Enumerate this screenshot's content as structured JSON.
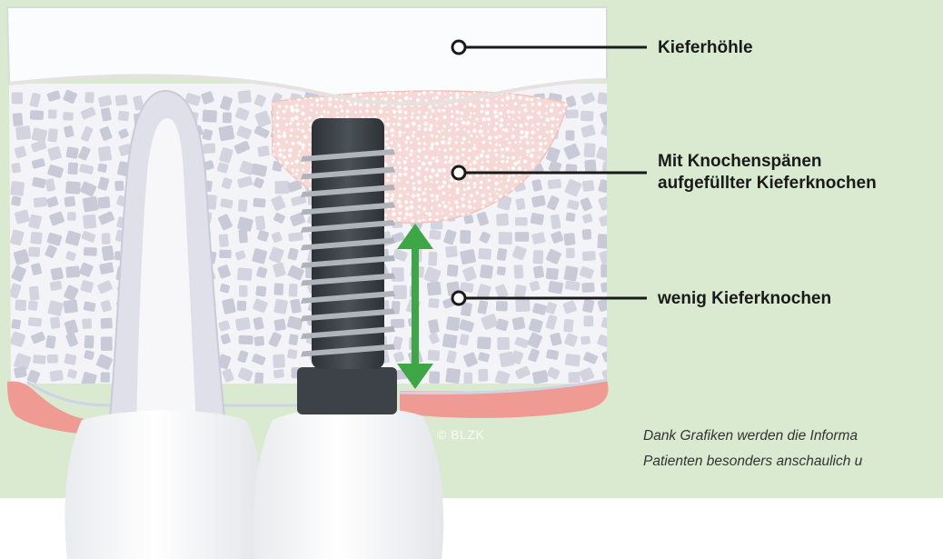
{
  "labels": {
    "sinus": "Kieferhöhle",
    "graft_line1": "Mit Knochenspänen",
    "graft_line2": "aufgefüllter Kieferknochen",
    "low_bone": "wenig Kieferknochen"
  },
  "caption": {
    "line1": "Dank Grafiken werden die Informa",
    "line2": "Patienten besonders anschaulich u"
  },
  "watermark": "© BLZK",
  "colors": {
    "background": "#d9ead0",
    "bone": "#f4f4f8",
    "graft": "#f6d9d6",
    "gum": "#ef9b93",
    "implant": "#3c4247",
    "arrow": "#3fa648"
  }
}
